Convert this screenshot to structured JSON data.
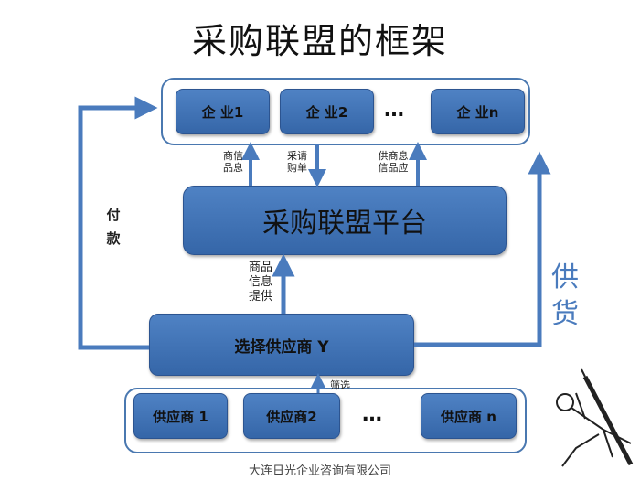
{
  "title": "采购联盟的框架",
  "enterprises": {
    "items": [
      "企 业1",
      "企 业2",
      "企 业n"
    ],
    "ellipsis": "…"
  },
  "platform": {
    "label": "采购联盟平台"
  },
  "edge_labels": {
    "business_info": "商信\n品息",
    "purchase_request": "采请\n购单",
    "supply_info": "供商息\n信品应",
    "goods_info_provide": "商品\n信息\n提供",
    "payment": "付\n款",
    "supply": "供\n货",
    "screening": "筛选"
  },
  "selected_supplier": {
    "label": "选择供应商 Y"
  },
  "suppliers": {
    "items": [
      "供应商 1",
      "供应商2",
      "供应商 n"
    ],
    "ellipsis": "…"
  },
  "footer": "大连日光企业咨询有限公司",
  "colors": {
    "box": "#4a7bbd",
    "frame": "#4a78b0",
    "arrow": "#4a7bbd"
  }
}
